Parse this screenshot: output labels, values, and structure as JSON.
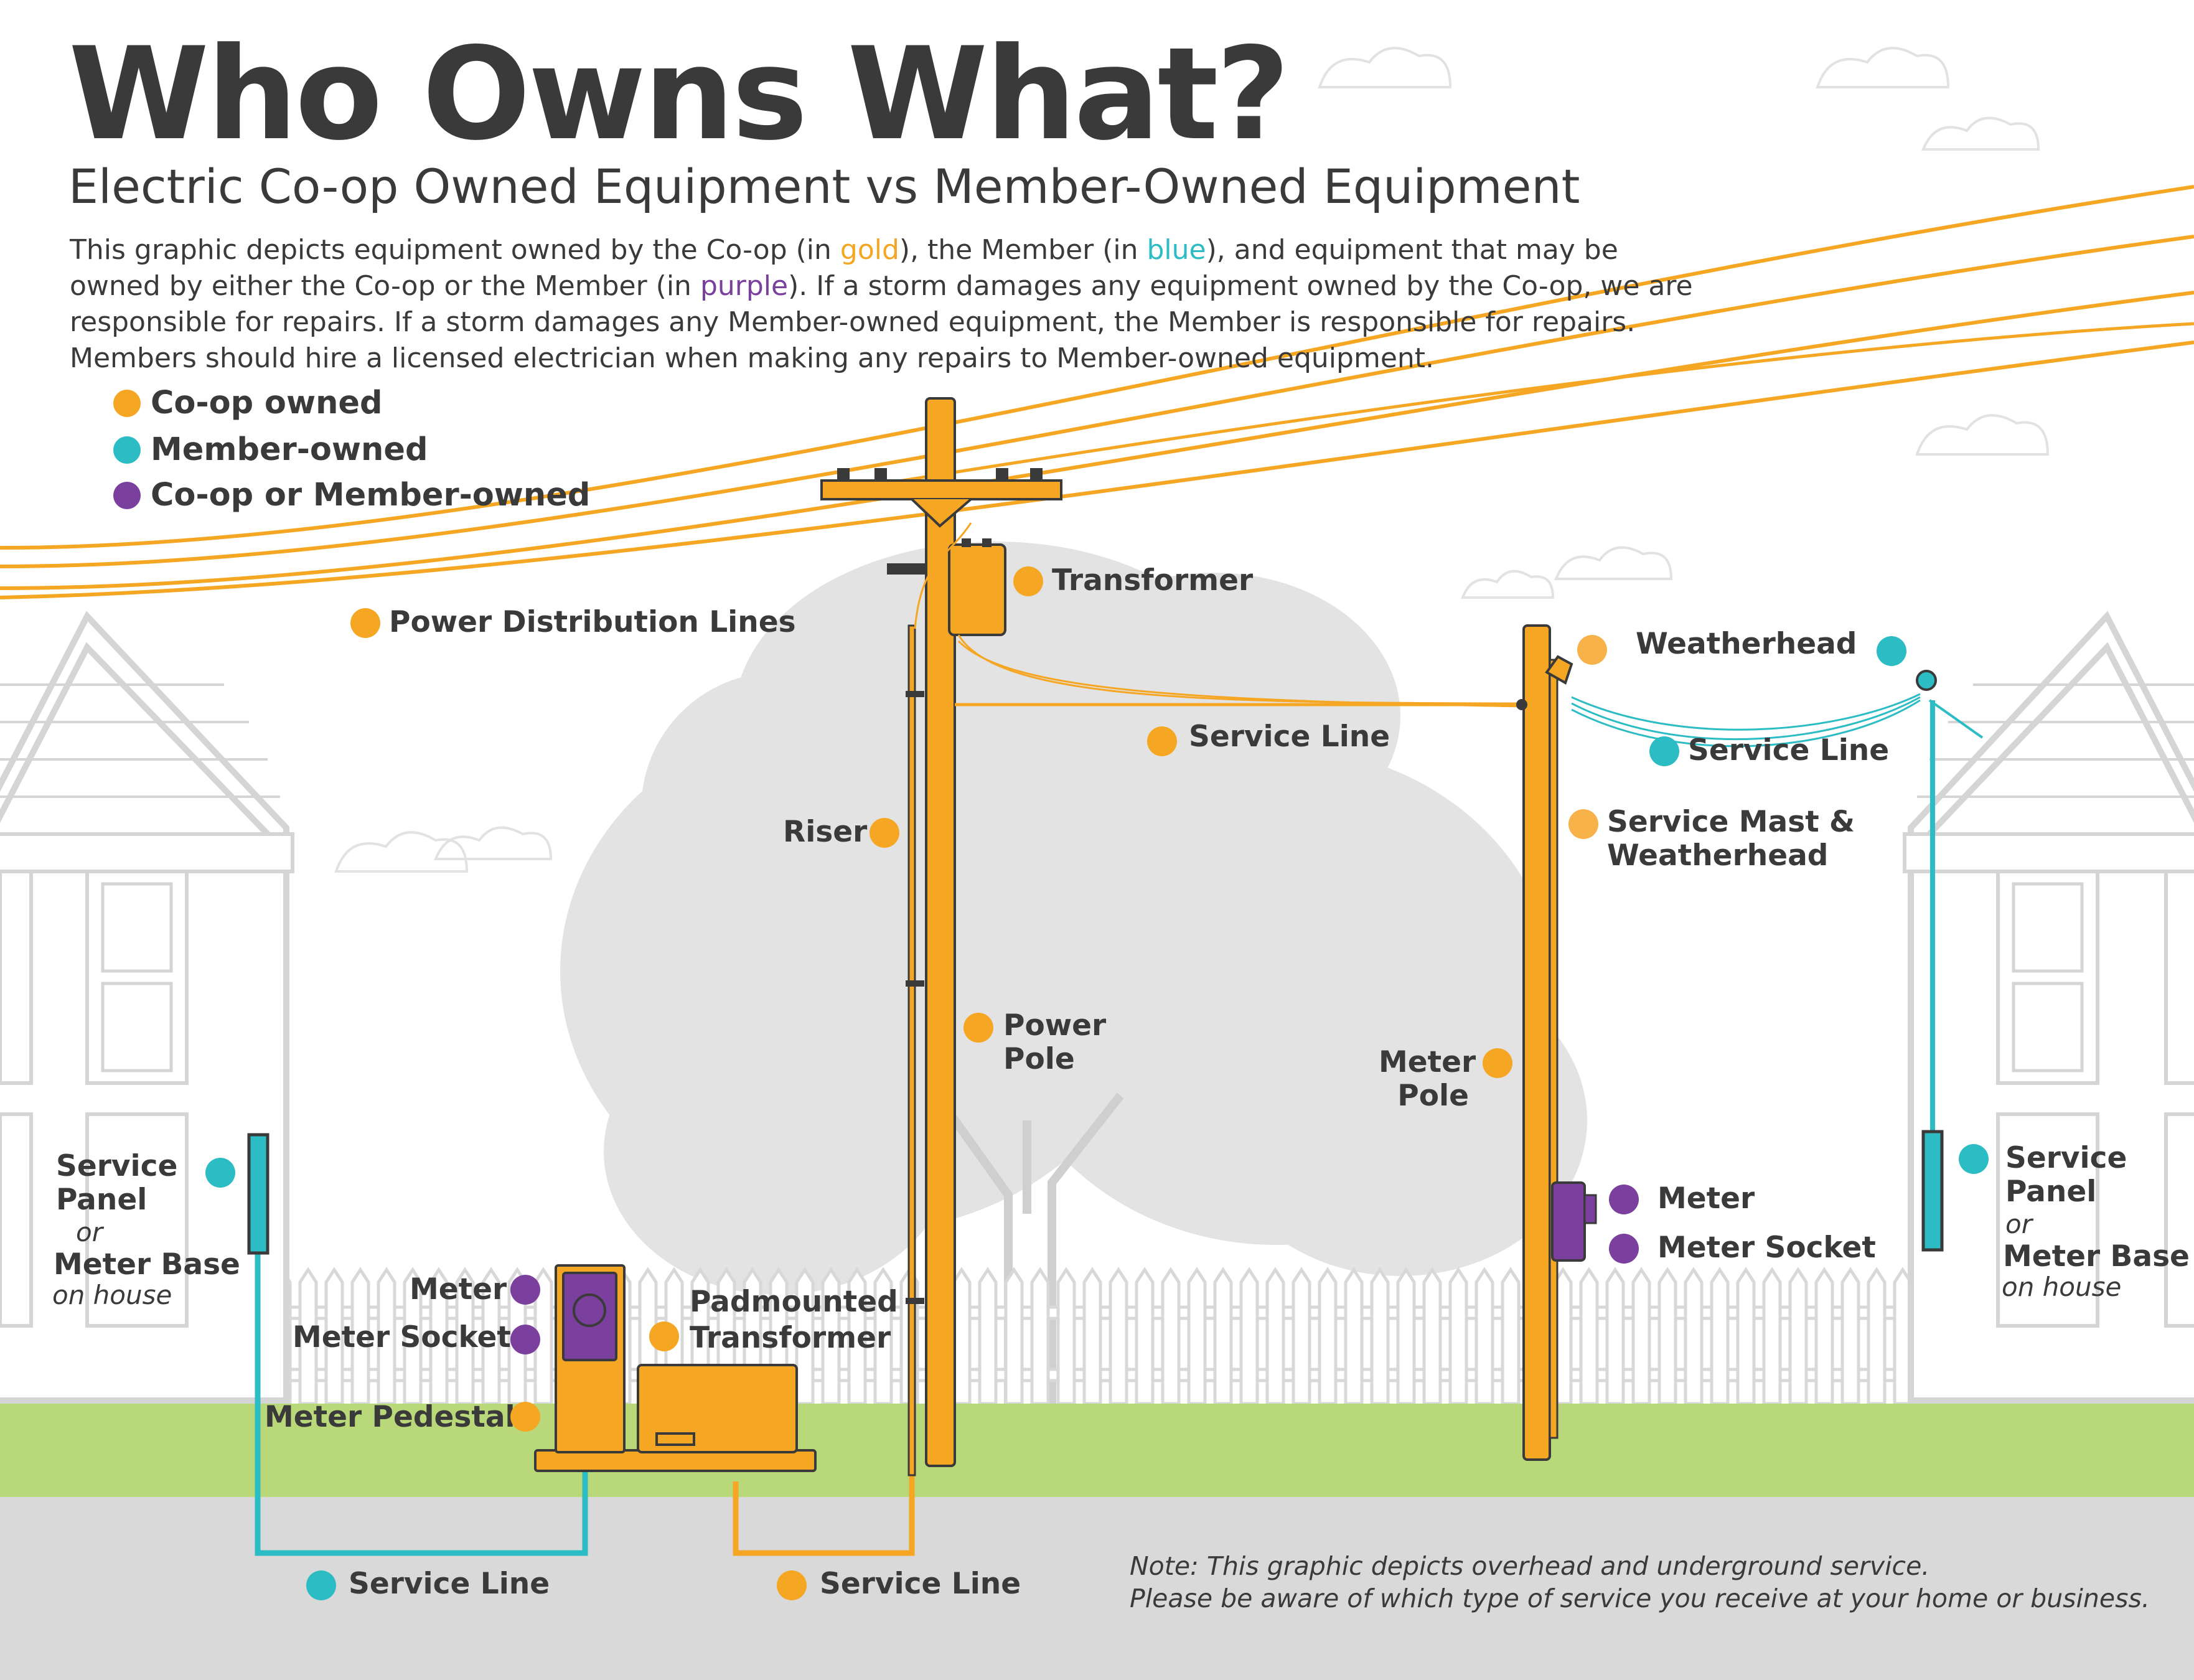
{
  "title": "Who Owns What?",
  "subtitle": "Electric Co-op Owned Equipment vs Member-Owned Equipment",
  "description": {
    "part1": "This graphic depicts equipment owned by the Co-op (in ",
    "gold_word": "gold",
    "part2": "), the Member (in ",
    "blue_word": "blue",
    "part3": "), and equipment that may be owned by either the Co-op or the Member (in ",
    "purple_word": "purple",
    "part4": "). If a storm damages any equipment owned by the Co-op, we are responsible for repairs. If a storm damages any Member-owned equipment, the Member is responsible for repairs. Members should hire a licensed electrician when making any repairs to Member-owned equipment."
  },
  "legend": [
    {
      "label": "Co-op owned",
      "color": "#f5a623"
    },
    {
      "label": "Member-owned",
      "color": "#2bbcc4"
    },
    {
      "label": "Co-op or Member-owned",
      "color": "#7b3f9e"
    }
  ],
  "labels": {
    "transformer": "Transformer",
    "power_distribution_lines": "Power Distribution Lines",
    "weatherhead": "Weatherhead",
    "service_line_overhead_coop": "Service Line",
    "service_line_overhead_member": "Service Line",
    "riser": "Riser",
    "service_mast_1": "Service Mast &",
    "service_mast_2": "Weatherhead",
    "power_pole_1": "Power",
    "power_pole_2": "Pole",
    "meter_pole_1": "Meter",
    "meter_pole_2": "Pole",
    "meter_right": "Meter",
    "meter_socket_right": "Meter Socket",
    "left_panel_1": "Service",
    "left_panel_2": "Panel",
    "left_panel_or": "or",
    "left_panel_3": "Meter Base",
    "left_panel_4": "on house",
    "right_panel_1": "Service",
    "right_panel_2": "Panel",
    "right_panel_or": "or",
    "right_panel_3": "Meter Base",
    "right_panel_4": "on house",
    "meter_left": "Meter",
    "meter_socket_left": "Meter Socket",
    "padmounted_1": "Padmounted",
    "padmounted_2": "Transformer",
    "meter_pedestal": "Meter Pedestal",
    "service_line_underground_member": "Service Line",
    "service_line_underground_coop": "Service Line"
  },
  "note": {
    "line1": "Note: This graphic depicts overhead and underground service.",
    "line2": "Please be aware of which type of service you receive at your home or business."
  },
  "colors": {
    "coop": "#f5a623",
    "member": "#2bbcc4",
    "either": "#7b3f9e",
    "grass": "#b8d87a",
    "ground": "#d9d9d9",
    "tree": "#e3e3e3",
    "house_outline": "#d5d5d5"
  }
}
